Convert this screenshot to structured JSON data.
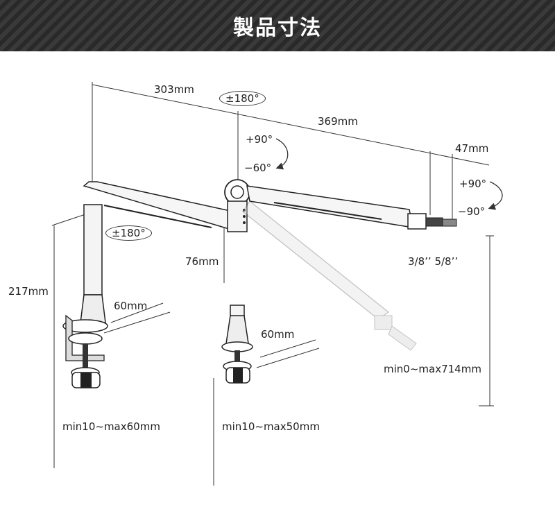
{
  "header": {
    "title": "製品寸法"
  },
  "dimensions": {
    "arm1_length": "303mm",
    "arm2_length": "369mm",
    "tip_length": "47mm",
    "arm_height": "76mm",
    "pole_height": "217mm",
    "clamp_depth_1": "60mm",
    "clamp_depth_2": "60mm",
    "clamp_range_1": "min10~max60mm",
    "clamp_range_2": "min10~max50mm",
    "extension_range": "min0~max714mm",
    "thread_sizes": "3/8’’ 5/8’’"
  },
  "rotations": {
    "joint_top": "±180°",
    "base": "±180°",
    "joint_up": "+90°",
    "joint_down": "−60°",
    "tip_up": "+90°",
    "tip_down": "−90°"
  }
}
